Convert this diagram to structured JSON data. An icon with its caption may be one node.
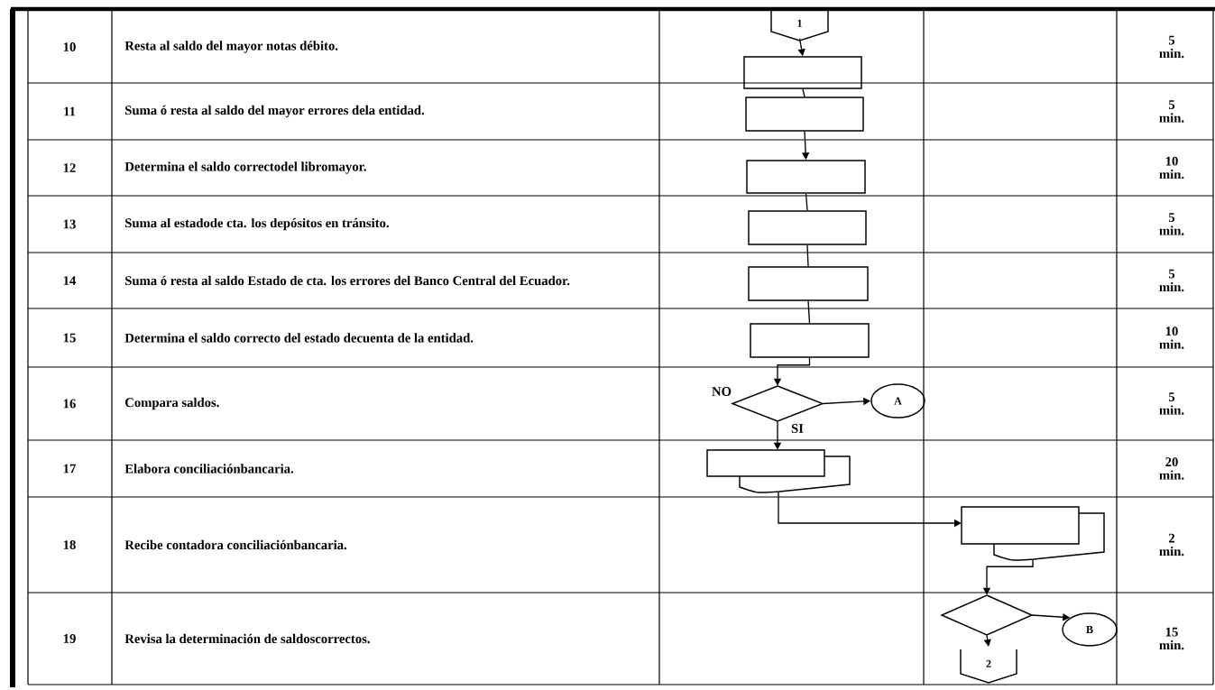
{
  "diagram": {
    "nodes": [
      {
        "text": [
          "1"
        ]
      },
      {
        "text": [],
        "shape": "box"
      },
      {
        "text": [],
        "shape": "box"
      },
      {
        "text": [],
        "shape": "box"
      },
      {
        "text": [],
        "shape": "box"
      },
      {
        "text": [],
        "shape": "box"
      },
      {
        "text": [],
        "shape": "box"
      },
      {
        "text": [],
        "shape": "diamond"
      },
      {
        "text": [
          "A"
        ]
      },
      {
        "text": [],
        "shape": "document"
      },
      {
        "text": [],
        "shape": "document"
      },
      {
        "text": [],
        "shape": "diamond"
      },
      {
        "text": [
          "B"
        ]
      },
      {
        "text": [
          "2"
        ]
      }
    ],
    "edges": [
      {
        "from": 0,
        "to": 1,
        "arrow": "to"
      },
      {
        "from": 1,
        "to": 2,
        "arrow": "none"
      },
      {
        "from": 2,
        "to": 3,
        "arrow": "to"
      },
      {
        "from": 3,
        "to": 4,
        "arrow": "none"
      },
      {
        "from": 4,
        "to": 5,
        "arrow": "none"
      },
      {
        "from": 5,
        "to": 6,
        "arrow": "none"
      },
      {
        "from": 6,
        "to": 7,
        "arrow": "to"
      },
      {
        "from": 7,
        "to": 8,
        "arrow": "to"
      },
      {
        "from": 7,
        "to": 9,
        "arrow": "to",
        "label": "SI"
      },
      {
        "from": 9,
        "to": 10,
        "arrow": "to"
      },
      {
        "from": 10,
        "to": 11,
        "arrow": "to"
      },
      {
        "from": 11,
        "to": 12,
        "arrow": "to"
      },
      {
        "from": 11,
        "to": 13,
        "arrow": "to"
      }
    ],
    "labels": [
      "10",
      "Resta al saldo del mayor notas débito.",
      "5 min.",
      "11",
      "Suma ó resta al saldo del mayor errores dela entidad.",
      "5 min.",
      "12",
      "Determina el saldo correctodel libromayor.",
      "10 min.",
      "13",
      "Suma al estadode cta. los depósitos en tránsito.",
      "5 min.",
      "14",
      "Suma ó resta al saldo Estado de cta. los errores del Banco Central del Ecuador.",
      "5 min.",
      "15",
      "Determina el saldo correcto del estado decuenta de la entidad.",
      "10 min.",
      "16",
      "Compara saldos.",
      "NO",
      "5 min.",
      "17",
      "Elabora conciliaciónbancaria.",
      "20 min.",
      "18",
      "Recibe contadora conciliaciónbancaria.",
      "2 min.",
      "19",
      "Revisa la determinación de saldoscorrectos.",
      "15 min."
    ]
  }
}
